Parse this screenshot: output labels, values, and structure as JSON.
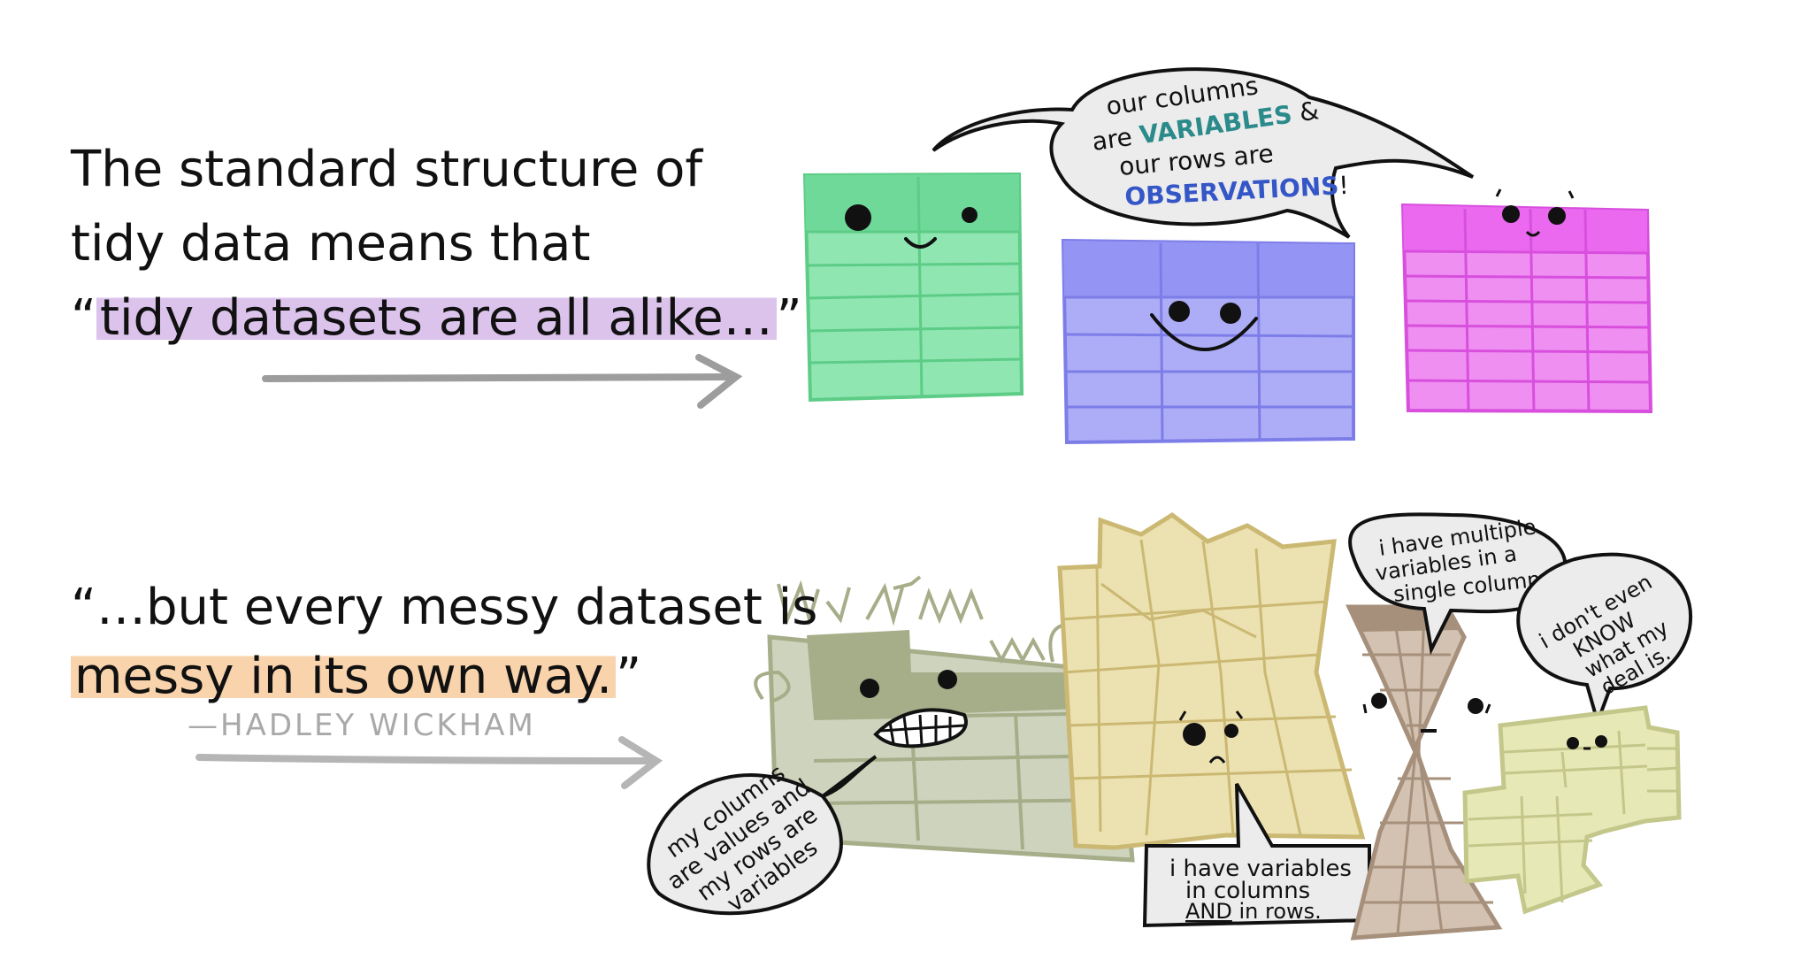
{
  "quote_top": {
    "line1": "The standard structure of",
    "line2": "tidy data means that",
    "open_quote": "“",
    "highlight": "tidy datasets are all alike…",
    "close_quote": "”"
  },
  "quote_bottom": {
    "line1": "“…but every messy dataset is",
    "highlight": "messy in its own way.",
    "close_quote": "”",
    "attribution": "—HADLEY WICKHAM"
  },
  "tidy_bubble": {
    "line1": "our columns",
    "line2_a": "are ",
    "line2_b": "VARIABLES",
    "line2_c": " &",
    "line3": "our rows are",
    "line4_a": "OBSERVATIONS",
    "line4_b": "!"
  },
  "messy_bubbles": {
    "values": [
      "my columns",
      "are values and",
      "my rows are",
      "variables"
    ],
    "both": [
      "i have variables",
      "in columns",
      "AND",
      " in rows."
    ],
    "multiple": [
      "i have multiple",
      "variables in a",
      "single column."
    ],
    "dontknow": [
      "i don't even",
      "KNOW",
      "what my",
      "deal is."
    ]
  },
  "colors": {
    "green_header": "#6fd99a",
    "green_body": "#8fe6b1",
    "purple_header": "#9494f4",
    "purple_body": "#adadf7",
    "pink_header": "#ea69ef",
    "pink_body": "#ef8ff1",
    "olive_header": "#a6ad89",
    "olive_body": "#ced3bd",
    "tan": "#ece2b1",
    "taupe": "#d3c2b2",
    "pale": "#e6e8b6",
    "variables_text": "#2b8a8a",
    "observations_text": "#3456c7",
    "arrow": "#9d9d9d"
  }
}
